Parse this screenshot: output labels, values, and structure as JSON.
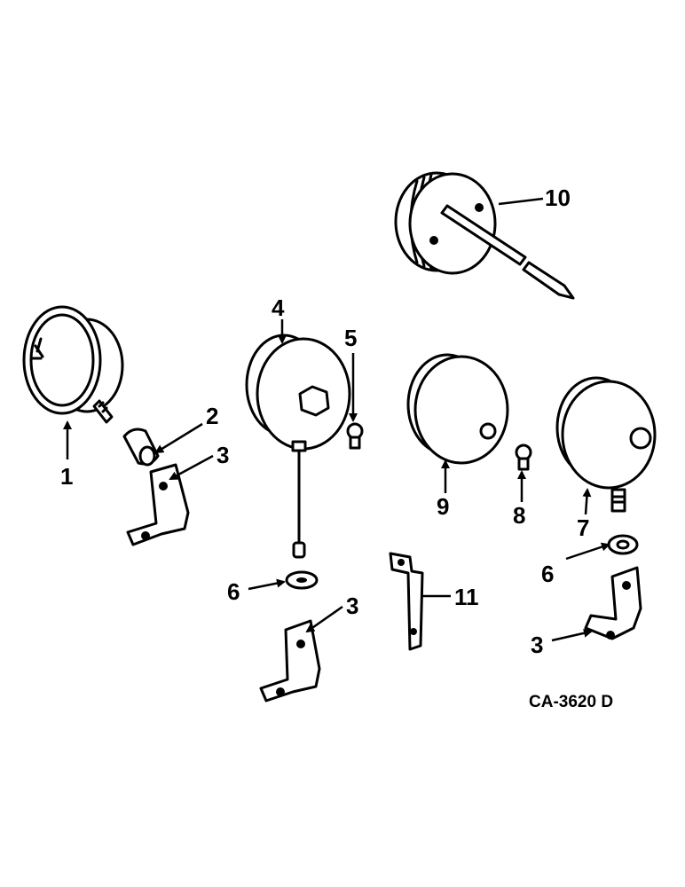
{
  "callouts": {
    "c1": "1",
    "c2": "2",
    "c3a": "3",
    "c3b": "3",
    "c3c": "3",
    "c4": "4",
    "c5": "5",
    "c6a": "6",
    "c6b": "6",
    "c7": "7",
    "c8": "8",
    "c9": "9",
    "c10": "10",
    "c11": "11"
  },
  "drawing_code": "CA-3620 D"
}
